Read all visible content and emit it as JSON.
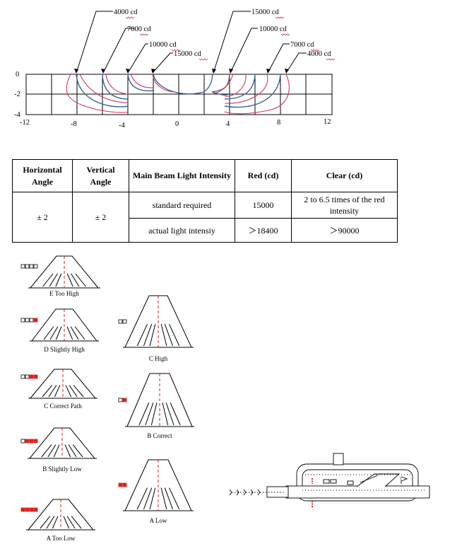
{
  "isocandela": {
    "callouts_left": [
      "4000 cd",
      "7000 cd",
      "10000 cd",
      "15000 cd"
    ],
    "callouts_right": [
      "15000 cd",
      "10000 cd",
      "7000 cd",
      "4000 cd"
    ],
    "y_ticks": [
      "0",
      "-2",
      "-4"
    ],
    "x_ticks": [
      "-12",
      "-8",
      "-4",
      "0",
      "4",
      "8",
      "12"
    ]
  },
  "intensity_table": {
    "headers": [
      "Horizontal Angle",
      "Vertical Angle",
      "Main Beam Light Intensity",
      "Red (cd)",
      "Clear (cd)"
    ],
    "h_angle": "± 2",
    "v_angle": "± 2",
    "rows": [
      {
        "label": "standard required",
        "red": "15000",
        "clear": "2 to 6.5 times of the red intensity"
      },
      {
        "label": "actual light intensiy",
        "red": "＞18400",
        "clear": "＞90000"
      }
    ]
  },
  "papi_left": [
    {
      "caption": "E Too High",
      "lights": [
        "white",
        "white",
        "white",
        "white"
      ]
    },
    {
      "caption": "D Slightly High",
      "lights": [
        "white",
        "white",
        "white",
        "red"
      ]
    },
    {
      "caption": "C  Correct Path",
      "lights": [
        "white",
        "white",
        "red",
        "red"
      ]
    },
    {
      "caption": "B  Slightly Low",
      "lights": [
        "white",
        "red",
        "red",
        "red"
      ]
    },
    {
      "caption": "A Too Low",
      "lights": [
        "red",
        "red",
        "red",
        "red"
      ]
    }
  ],
  "papi_right": [
    {
      "caption": "C High",
      "lights": [
        "white",
        "white"
      ]
    },
    {
      "caption": "B Correct",
      "lights": [
        "white",
        "red"
      ]
    },
    {
      "caption": "A Low",
      "lights": [
        "red",
        "red"
      ]
    }
  ],
  "colors": {
    "blue_curve": "#3a62a0",
    "red_curve": "#d4365f",
    "red_light": "#e02020",
    "centerline": "#cc2222"
  }
}
